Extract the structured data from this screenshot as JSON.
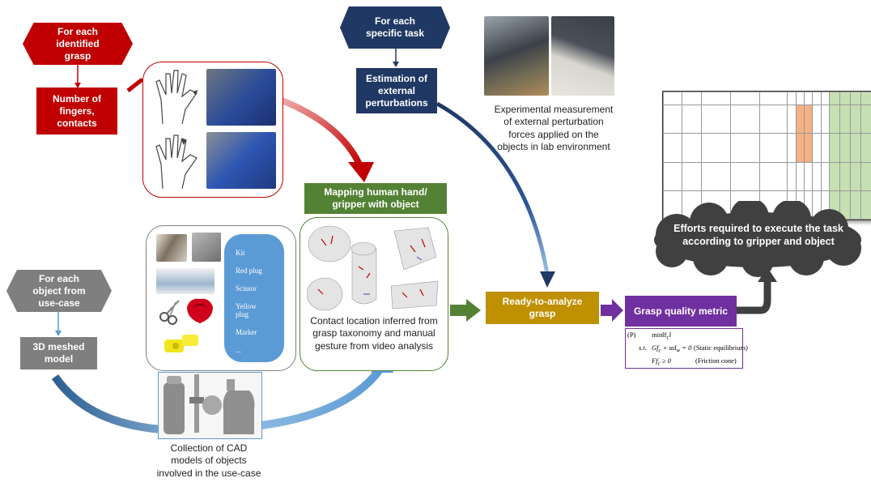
{
  "grasp": {
    "hex_label": "For each identified grasp",
    "fingers_label": "Number of fingers, contacts"
  },
  "task": {
    "hex_label": "For each specific task",
    "perturbations_label": "Estimation of external perturbations",
    "experiment_caption": "Experimental measurement of external perturbation forces applied on the objects in lab environment"
  },
  "object": {
    "hex_label": "For each object from use-case",
    "mesh_label": "3D meshed model",
    "cad_caption": "Collection of CAD models of objects involved in the use-case",
    "list_items": [
      "Kit",
      "Red plug",
      "Scissor",
      "Yellow plug",
      "Marker",
      "..."
    ]
  },
  "mapping": {
    "title": "Mapping human hand/ gripper with object",
    "caption": "Contact location inferred from grasp taxonomy and manual gesture from video analysis"
  },
  "ready": {
    "label": "Ready-to-analyze grasp"
  },
  "metric": {
    "label": "Grasp quality metric",
    "formula_p": "(P)",
    "formula_min": "min‖f<sub>c</sub>‖",
    "formula_st": "s.t.",
    "formula_eq": "Gf<sub>c</sub> + αd<sub>w</sub> = 0",
    "formula_eq_note": "(Static equilibrium)",
    "formula_cone": "Ff<sub>c</sub> ≥ 0",
    "formula_cone_note": "(Friction cone)"
  },
  "efforts": {
    "label": "Efforts required to execute the task according to gripper and object"
  },
  "colors": {
    "red": "#c00000",
    "navy": "#203864",
    "gray": "#7f7f7f",
    "green": "#548235",
    "gold": "#bf9000",
    "purple": "#7030a0",
    "blue": "#5b9bd5",
    "dark": "#404040"
  }
}
